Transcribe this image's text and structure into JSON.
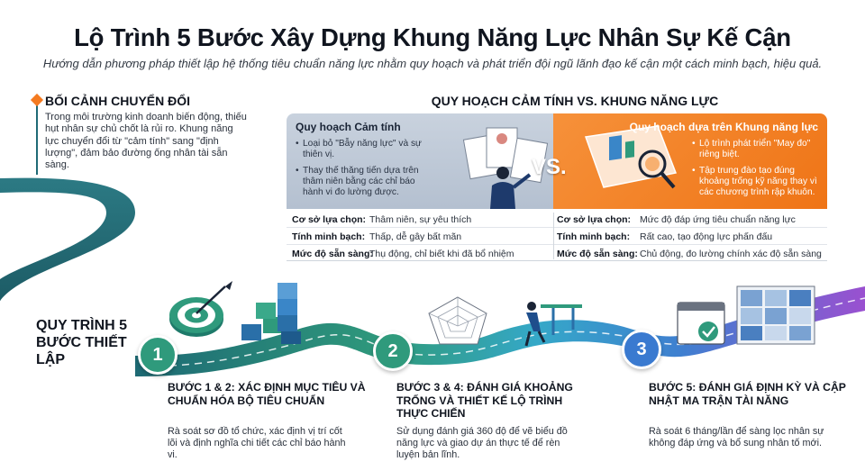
{
  "header": {
    "title": "Lộ Trình 5 Bước Xây Dựng Khung Năng Lực Nhân Sự Kế Cận",
    "subtitle": "Hướng dẫn phương pháp thiết lập hệ thống tiêu chuẩn năng lực nhằm quy hoạch và phát triển đội ngũ lãnh đạo kế cận một cách minh bạch, hiệu quả."
  },
  "context": {
    "title": "BỐI CẢNH CHUYỂN ĐỔI",
    "body": "Trong môi trường kinh doanh biến động, thiếu hụt nhân sự chủ chốt là rủi ro. Khung năng lực chuyển đổi từ \"cảm tính\" sang \"định lượng\", đảm bảo đường ống nhân tài sẵn sàng."
  },
  "comparison": {
    "title": "QUY HOẠCH CẢM TÍNH VS. KHUNG NĂNG LỰC",
    "vs": "VS.",
    "left": {
      "heading": "Quy hoạch Cảm tính",
      "bullets": [
        "Loại bỏ \"Bẫy năng lực\" và sự thiên vị.",
        "Thay thế thăng tiến dựa trên thâm niên bằng các chỉ báo hành vi đo lường được."
      ]
    },
    "right": {
      "heading": "Quy hoạch dựa trên Khung năng lực",
      "bullets": [
        "Lộ trình phát triển \"May đo\" riêng biệt.",
        "Tập trung đào tạo đúng khoảng trống kỹ năng thay vì các chương trình rập khuôn."
      ]
    },
    "rows": [
      {
        "left_label": "Cơ sở lựa chọn:",
        "left_value": "Thâm niên, sự yêu thích",
        "right_label": "Cơ sở lựa chọn:",
        "right_value": "Mức độ đáp ứng tiêu chuẩn năng lực"
      },
      {
        "left_label": "Tính minh bạch:",
        "left_value": "Thấp, dễ gây bất mãn",
        "right_label": "Tính minh bạch:",
        "right_value": "Rất cao, tạo động lực phấn đấu"
      },
      {
        "left_label": "Mức độ sẵn sàng:",
        "left_value": "Thụ động, chỉ biết khi đã bổ nhiệm",
        "right_label": "Mức độ sẵn sàng:",
        "right_value": "Chủ động, đo lường chính xác độ sẵn sàng"
      }
    ]
  },
  "process": {
    "title": "QUY TRÌNH 5 BƯỚC THIẾT LẬP",
    "steps": [
      {
        "num": "1",
        "heading": "BƯỚC 1 & 2: XÁC ĐỊNH MỤC TIÊU VÀ CHUẨN HÓA BỘ TIÊU CHUẨN",
        "body": "Rà soát sơ đồ tổ chức, xác định vị trí cốt lõi và định nghĩa chi tiết các chỉ báo hành vi."
      },
      {
        "num": "2",
        "heading": "BƯỚC 3 & 4: ĐÁNH GIÁ KHOẢNG TRỐNG VÀ THIẾT KẾ LỘ TRÌNH THỰC CHIẾN",
        "body": "Sử dụng đánh giá 360 độ để vẽ biểu đồ năng lực và giao dự án thực tế để rèn luyện bản lĩnh."
      },
      {
        "num": "3",
        "heading": "BƯỚC 5: ĐÁNH GIÁ ĐỊNH KỲ VÀ CẬP NHẬT MA TRẬN TÀI NĂNG",
        "body": "Rà soát 6 tháng/lần để sàng lọc nhân sự không đáp ứng và bổ sung nhân tố mới."
      }
    ]
  },
  "colors": {
    "orange": "#f47a20",
    "teal": "#1f6a76",
    "green": "#2f9a7c",
    "blue": "#3a86c8",
    "purple": "#8a52c8"
  }
}
